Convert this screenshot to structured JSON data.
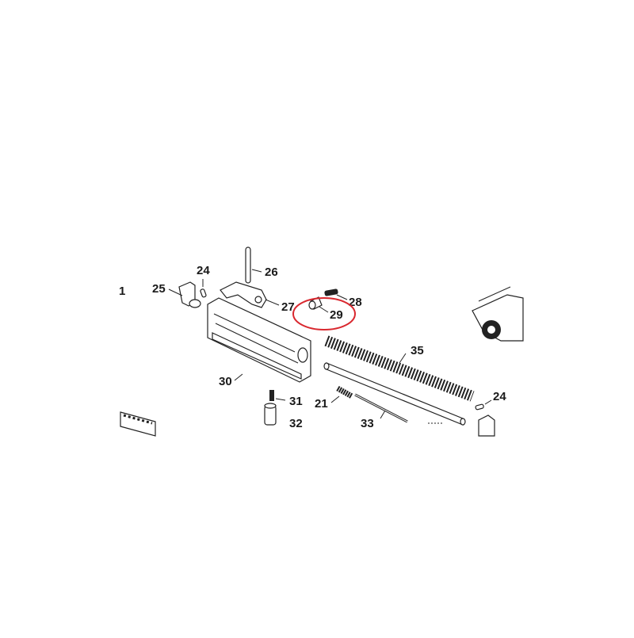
{
  "diagram": {
    "labels": {
      "l1": "1",
      "l24a": "24",
      "l25": "25",
      "l26": "26",
      "l27": "27",
      "l28": "28",
      "l29": "29",
      "l30": "30",
      "l31": "31",
      "l32": "32",
      "l21": "21",
      "l33": "33",
      "l35": "35",
      "l24b": "24"
    },
    "highlight": {
      "part": "29",
      "color": "#d9282f"
    }
  }
}
